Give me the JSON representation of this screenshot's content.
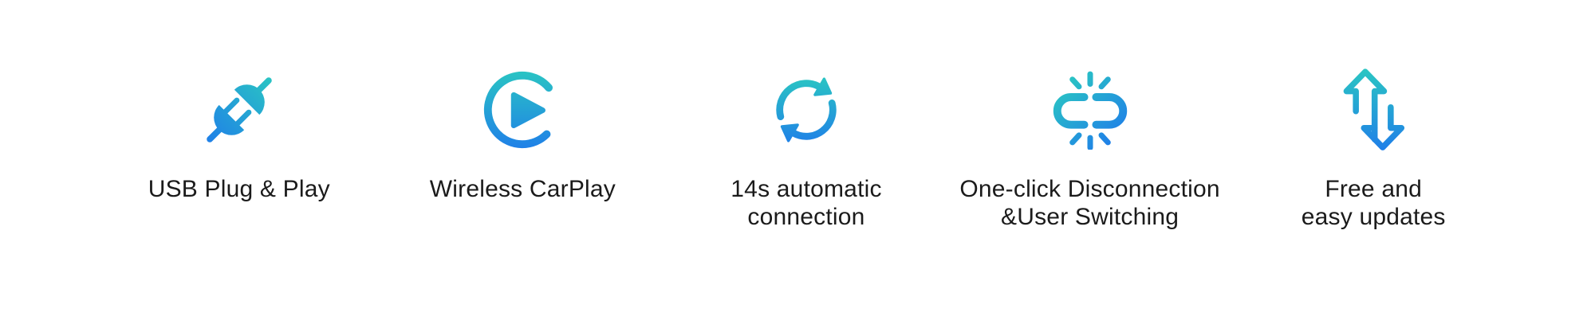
{
  "page": {
    "background": "#ffffff",
    "text_color": "#1b1b1b"
  },
  "colors": {
    "gradient_start": "#2AC5C3",
    "gradient_end": "#1F7FE8"
  },
  "features": [
    {
      "icon": "usb-plug-icon",
      "label": "USB Plug & Play"
    },
    {
      "icon": "carplay-play-icon",
      "label": "Wireless CarPlay"
    },
    {
      "icon": "sync-arrows-icon",
      "label": "14s automatic\nconnection"
    },
    {
      "icon": "broken-link-icon",
      "label": "One-click Disconnection\n&User Switching"
    },
    {
      "icon": "up-down-arrows-icon",
      "label": "Free and\neasy updates"
    }
  ]
}
